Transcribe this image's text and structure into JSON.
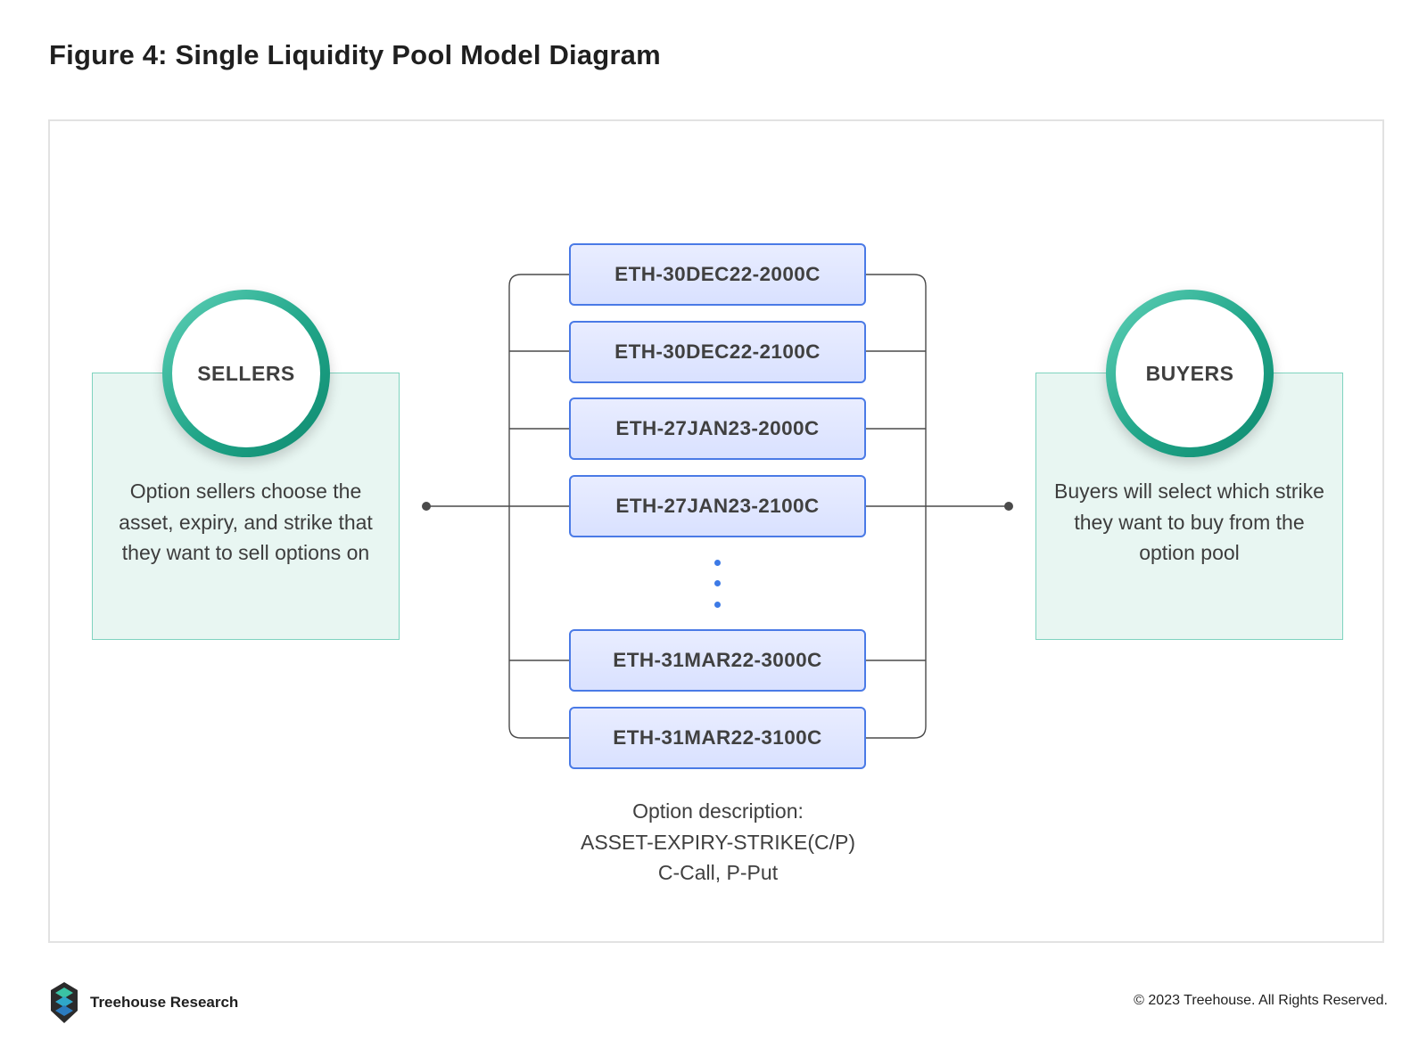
{
  "title": "Figure 4: Single Liquidity Pool Model Diagram",
  "sellers": {
    "label": "SELLERS",
    "description": "Option sellers choose the asset, expiry, and strike that they want to sell options on"
  },
  "buyers": {
    "label": "BUYERS",
    "description": "Buyers will select which strike they want to buy from the option pool"
  },
  "options": [
    "ETH-30DEC22-2000C",
    "ETH-30DEC22-2100C",
    "ETH-27JAN23-2000C",
    "ETH-27JAN23-2100C",
    "ETH-31MAR22-3000C",
    "ETH-31MAR22-3100C"
  ],
  "note": {
    "line1": "Option description:",
    "line2": "ASSET-EXPIRY-STRIKE(C/P)",
    "line3": "C-Call, P-Put"
  },
  "footer": {
    "brand": "Treehouse Research",
    "copyright": "© 2023 Treehouse. All Rights Reserved."
  },
  "colors": {
    "teal_accent": "#1fa487",
    "panel_fill": "#e8f6f2",
    "option_border": "#4a7ae6",
    "option_fill": "#dfe6ff",
    "dots": "#3d7ae6"
  }
}
